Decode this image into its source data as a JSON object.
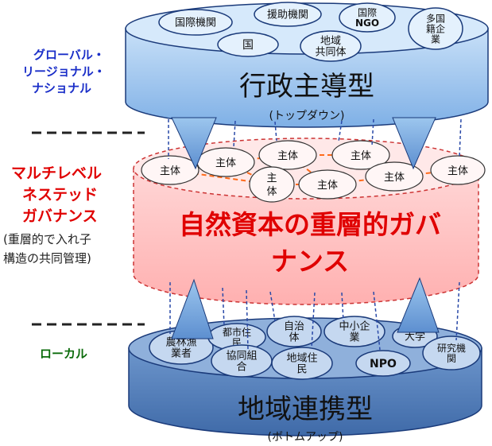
{
  "left_labels": {
    "global": [
      "グローバル・",
      "リージョナル・",
      "ナショナル"
    ],
    "multilevel": [
      "マルチレベル",
      "ネステッド",
      "ガバナンス"
    ],
    "nested_note": [
      "(重層的で入れ子",
      "構造の共同管理)"
    ],
    "local": "ローカル"
  },
  "top_layer": {
    "title": "行政主導型",
    "subtitle": "(トップダウン)",
    "actors": [
      {
        "id": "intl",
        "lines": [
          "国際機関"
        ]
      },
      {
        "id": "aid",
        "lines": [
          "援助機関"
        ]
      },
      {
        "id": "ingo",
        "lines": [
          "国際",
          "NGO"
        ]
      },
      {
        "id": "mnc",
        "lines": [
          "多国",
          "籍企",
          "業"
        ]
      },
      {
        "id": "nation",
        "lines": [
          "国"
        ]
      },
      {
        "id": "localgov",
        "lines": [
          "地域",
          "共同体"
        ]
      }
    ]
  },
  "middle_layer": {
    "title_lines": [
      "自然資本の重層的ガバ",
      "ナンス"
    ],
    "node_label": "主体"
  },
  "bottom_layer": {
    "title": "地域連携型",
    "subtitle": "(ボトムアップ)",
    "actors": [
      {
        "id": "farmers",
        "lines": [
          "農林漁",
          "業者"
        ]
      },
      {
        "id": "citizens",
        "lines": [
          "都市住",
          "民"
        ]
      },
      {
        "id": "municipality",
        "lines": [
          "自治",
          "体"
        ]
      },
      {
        "id": "sme",
        "lines": [
          "中小企",
          "業"
        ]
      },
      {
        "id": "university",
        "lines": [
          "大学"
        ]
      },
      {
        "id": "coop",
        "lines": [
          "協同組",
          "合"
        ]
      },
      {
        "id": "residents",
        "lines": [
          "地域住",
          "民"
        ]
      },
      {
        "id": "npo",
        "lines": [
          "NPO"
        ]
      },
      {
        "id": "research",
        "lines": [
          "研究機",
          "関"
        ]
      }
    ]
  },
  "colors": {
    "top_fill": "#aacdf2",
    "top_top": "#d6e9fb",
    "middle_fill": "#ffc4c4",
    "middle_top": "#ffe8e8",
    "bottom_fill": "#4a79b8",
    "bottom_top": "#8fb0db",
    "red_text": "#e00000",
    "blue_text": "#1a2ec8",
    "green_text": "#0b6b0b"
  }
}
